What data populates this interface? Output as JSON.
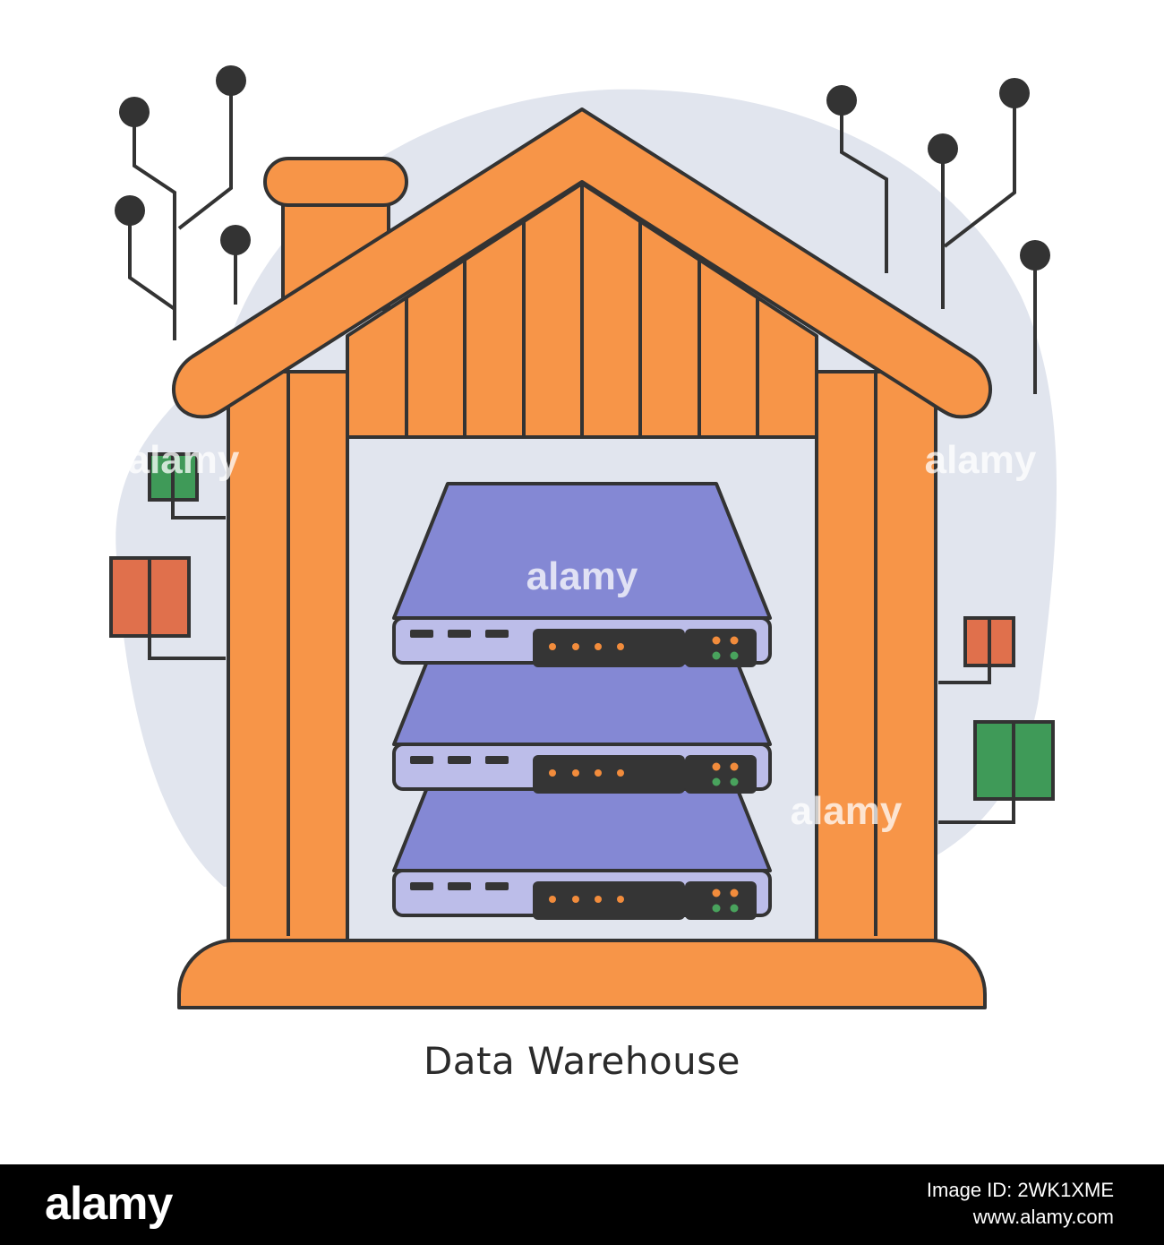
{
  "caption": "Data Warehouse",
  "watermark": "alamy",
  "footer": {
    "logo": "alamy",
    "image_id_label": "Image ID: 2WK1XME",
    "site": "www.alamy.com"
  },
  "colors": {
    "house_orange": "#f79548",
    "server_top": "#8488d4",
    "server_front": "#bcbde9",
    "panel_dark": "#353535",
    "led_orange": "#f28c3c",
    "led_green": "#49a35d",
    "bg_blob": "#e1e5ee",
    "box_green": "#3f9a58",
    "box_red": "#e0704c"
  },
  "icons": [
    "house-icon",
    "server-stack-icon",
    "circuit-node-icon",
    "chimney-icon"
  ]
}
